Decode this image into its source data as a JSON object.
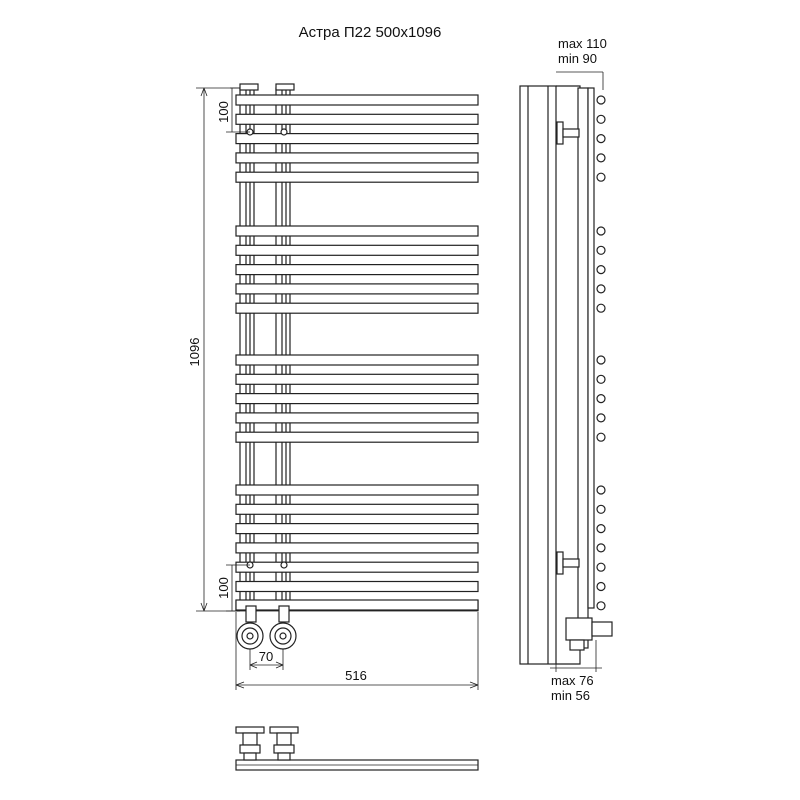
{
  "title": "Астра П22 500x1096",
  "dimensions": {
    "height": "1096",
    "top_spacing": "100",
    "bottom_spacing": "100",
    "connection_spacing": "70",
    "width": "516",
    "wall_top_max": "max 110",
    "wall_top_min": "min 90",
    "wall_bottom_max": "max 76",
    "wall_bottom_min": "min 56"
  },
  "structure": {
    "bar_groups": [
      5,
      5,
      5,
      5
    ],
    "extra_bottom_bars": 2
  }
}
